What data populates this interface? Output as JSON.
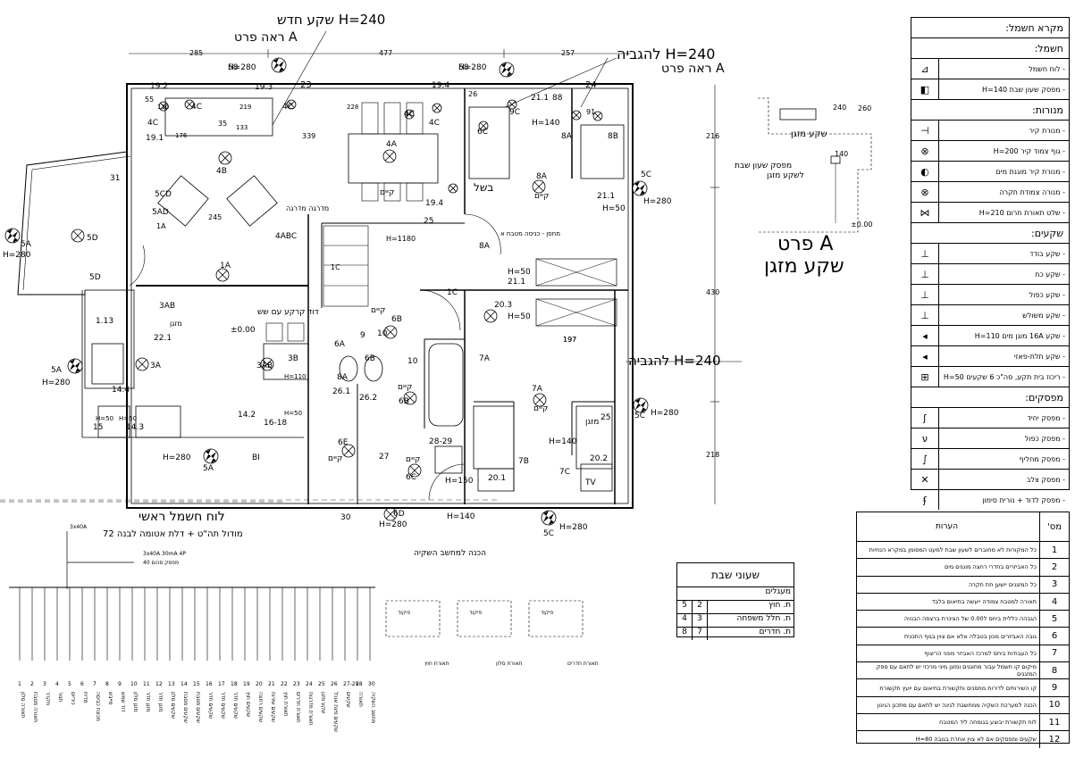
{
  "plan": {
    "callout_new_outlet": "שקע חדש H=240",
    "callout_detail_a_top": "ראה פרט A",
    "callout_right_height": "להגביה H=240",
    "callout_detail_a_right": "ראה פרט A",
    "callout_mid_height": "להגביה H=240",
    "detail_title_1": "פרט A",
    "detail_title_2": "שקע מזגן",
    "detail_ac_label": "שקע מזגן",
    "detail_switch_label": "מפסק שעון שבת",
    "detail_switch_label2": "לשקע מזגן",
    "detail_h240": "240",
    "detail_h260": "260",
    "detail_h140": "140",
    "detail_zero": "±0.00",
    "dims": [
      "285",
      "477",
      "257",
      "216",
      "430",
      "218",
      "197",
      "245"
    ],
    "labels": [
      {
        "t": "H=280",
        "k": "a"
      },
      {
        "t": "58",
        "k": "a"
      },
      {
        "t": "H=280",
        "k": "b"
      },
      {
        "t": "58",
        "k": "b"
      },
      {
        "t": "19.2",
        "k": "c"
      },
      {
        "t": "55",
        "k": "d"
      },
      {
        "t": "110",
        "k": "e"
      },
      {
        "t": "4C",
        "k": "f"
      },
      {
        "t": "4C",
        "k": "g"
      },
      {
        "t": "19.3",
        "k": "h"
      },
      {
        "t": "23",
        "k": "i"
      },
      {
        "t": "4C",
        "k": "j"
      },
      {
        "t": "219",
        "k": "k"
      },
      {
        "t": "35",
        "k": "l"
      },
      {
        "t": "133",
        "k": "m"
      },
      {
        "t": "176",
        "k": "n"
      },
      {
        "t": "339",
        "k": "o"
      },
      {
        "t": "19.1",
        "k": "p"
      },
      {
        "t": "4B",
        "k": "q"
      },
      {
        "t": "4A",
        "k": "r"
      },
      {
        "t": "228",
        "k": "s"
      },
      {
        "t": "4C",
        "k": "t"
      },
      {
        "t": "19.4",
        "k": "u"
      },
      {
        "t": "26",
        "k": "v"
      },
      {
        "t": "4C",
        "k": "w"
      },
      {
        "t": "6C",
        "k": "x"
      },
      {
        "t": "9C",
        "k": "y"
      },
      {
        "t": "21.1",
        "k": "z"
      },
      {
        "t": "88",
        "k": "aa"
      },
      {
        "t": "24",
        "k": "ab"
      },
      {
        "t": "H=140",
        "k": "ac"
      },
      {
        "t": "8A",
        "k": "ad"
      },
      {
        "t": "91",
        "k": "ae"
      },
      {
        "t": "8B",
        "k": "af"
      },
      {
        "t": "31",
        "k": "ag"
      },
      {
        "t": "5CD",
        "k": "ah"
      },
      {
        "t": "5AD",
        "k": "ai"
      },
      {
        "t": "1A",
        "k": "aj"
      },
      {
        "t": "5D",
        "k": "ak"
      },
      {
        "t": "5A",
        "k": "al"
      },
      {
        "t": "H=280",
        "k": "am"
      },
      {
        "t": "5D",
        "k": "an"
      },
      {
        "t": "1A",
        "k": "ao"
      },
      {
        "t": "4ABC",
        "k": "ap"
      },
      {
        "t": "מדרגה מדרגה",
        "k": "aq"
      },
      {
        "t": "קיים",
        "k": "ar"
      },
      {
        "t": "19.4",
        "k": "as"
      },
      {
        "t": "25",
        "k": "at"
      },
      {
        "t": "H=1180",
        "k": "au"
      },
      {
        "t": "מחסן - כניסה מטבח א",
        "k": "av"
      },
      {
        "t": "8A",
        "k": "aw"
      },
      {
        "t": "בשל",
        "k": "ax"
      },
      {
        "t": "8A",
        "k": "ay"
      },
      {
        "t": "קיים",
        "k": "az"
      },
      {
        "t": "5C",
        "k": "ba"
      },
      {
        "t": "H=280",
        "k": "bb"
      },
      {
        "t": "21.1",
        "k": "bc"
      },
      {
        "t": "H=50",
        "k": "bd"
      },
      {
        "t": "1C",
        "k": "be"
      },
      {
        "t": "H=50",
        "k": "bf"
      },
      {
        "t": "21.1",
        "k": "bg"
      },
      {
        "t": "1C",
        "k": "bh"
      },
      {
        "t": "20.3",
        "k": "bi"
      },
      {
        "t": "H=50",
        "k": "bj"
      },
      {
        "t": "3AB",
        "k": "bk"
      },
      {
        "t": "1.13",
        "k": "bl"
      },
      {
        "t": "מזגן",
        "k": "bm"
      },
      {
        "t": "22.1",
        "k": "bn"
      },
      {
        "t": "±0.00",
        "k": "bo"
      },
      {
        "t": "דוד קרקע עם שש",
        "k": "bp"
      },
      {
        "t": "קיים",
        "k": "bq"
      },
      {
        "t": "6B",
        "k": "br"
      },
      {
        "t": "9",
        "k": "bs"
      },
      {
        "t": "10",
        "k": "bt"
      },
      {
        "t": "6A",
        "k": "bu"
      },
      {
        "t": "10",
        "k": "bv"
      },
      {
        "t": "7A",
        "k": "bw"
      },
      {
        "t": "197",
        "k": "bx"
      },
      {
        "t": "3A",
        "k": "by"
      },
      {
        "t": "3AB",
        "k": "bz"
      },
      {
        "t": "3B",
        "k": "ca"
      },
      {
        "t": "H=110",
        "k": "cb"
      },
      {
        "t": "6B",
        "k": "cc"
      },
      {
        "t": "8A",
        "k": "cd"
      },
      {
        "t": "5A",
        "k": "ce"
      },
      {
        "t": "H=280",
        "k": "cf"
      },
      {
        "t": "14.4",
        "k": "cg"
      },
      {
        "t": "26.1",
        "k": "ch"
      },
      {
        "t": "26.2",
        "k": "ci"
      },
      {
        "t": "קיים",
        "k": "cj"
      },
      {
        "t": "6B",
        "k": "ck"
      },
      {
        "t": "7A",
        "k": "cl"
      },
      {
        "t": "קיים",
        "k": "cm"
      },
      {
        "t": "5C",
        "k": "cn"
      },
      {
        "t": "H=280",
        "k": "co"
      },
      {
        "t": "H=50",
        "k": "cp"
      },
      {
        "t": "H=50",
        "k": "cq"
      },
      {
        "t": "15",
        "k": "cr"
      },
      {
        "t": "14.3",
        "k": "cs"
      },
      {
        "t": "14.2",
        "k": "ct"
      },
      {
        "t": "16-18",
        "k": "cu"
      },
      {
        "t": "H=50",
        "k": "cv"
      },
      {
        "t": "מזגן",
        "k": "cw"
      },
      {
        "t": "25",
        "k": "cx"
      },
      {
        "t": "H=140",
        "k": "cy"
      },
      {
        "t": "6E",
        "k": "cz"
      },
      {
        "t": "קיים",
        "k": "da"
      },
      {
        "t": "28-29",
        "k": "db"
      },
      {
        "t": "7B",
        "k": "dc"
      },
      {
        "t": "20.2",
        "k": "dd"
      },
      {
        "t": "H=280",
        "k": "de"
      },
      {
        "t": "5A",
        "k": "df"
      },
      {
        "t": "BI",
        "k": "dg"
      },
      {
        "t": "27",
        "k": "dh"
      },
      {
        "t": "קיים",
        "k": "di"
      },
      {
        "t": "6C",
        "k": "dj"
      },
      {
        "t": "H=150",
        "k": "dk"
      },
      {
        "t": "20.1",
        "k": "dl"
      },
      {
        "t": "7C",
        "k": "dm"
      },
      {
        "t": "TV",
        "k": "dn"
      },
      {
        "t": "30",
        "k": "do"
      },
      {
        "t": "6D",
        "k": "dp"
      },
      {
        "t": "H=280",
        "k": "dq"
      },
      {
        "t": "H=140",
        "k": "dr"
      },
      {
        "t": "H=280",
        "k": "ds"
      },
      {
        "t": "5C",
        "k": "dt"
      },
      {
        "t": "הכנה למחשב השקיה",
        "k": "du"
      }
    ]
  },
  "panel": {
    "title": "לוח חשמל ראשי",
    "subtitle": "72 מודול תה\"ט + דלת אטומה לבנה",
    "main_breaker": "3x40A",
    "rcd": "3x40A 30mA 4P",
    "mcb_note": "מפסק סכום 40",
    "circuit_nums": [
      "1",
      "2",
      "3",
      "4",
      "5",
      "6",
      "7",
      "8",
      "9",
      "10",
      "11",
      "12",
      "13",
      "14",
      "15",
      "16",
      "17",
      "18",
      "19",
      "20",
      "21",
      "22",
      "23",
      "24",
      "25",
      "26",
      "27-29",
      "28",
      "30"
    ],
    "circuit_names": [
      "תאורה סלון",
      "תאורה מטבח",
      "מקרר",
      "תנור",
      "כיריים",
      "מדיח",
      "מכונת כביסה",
      "מייבש",
      "דוד שמש",
      "מזגן סלון",
      "מזגן חדר",
      "מזגן חדר",
      "שקעים סלון",
      "שקעים מטבח",
      "שקעים מטבח",
      "שקעים חדר",
      "שקעים חדר",
      "שקעים חדר",
      "שקעים חוץ",
      "שקעים רחצה",
      "שקעים שירות",
      "תאורת חוץ",
      "תאורת חדרים",
      "תאורת מדרגות",
      "שקע מזגן",
      "שקעים פינת אוכל",
      "שקעים",
      "תאורה",
      "מחשב השקיה"
    ],
    "clock_labels": [
      "תאורת חוץ",
      "תאורת סלון",
      "תאורת חדרים"
    ],
    "clock_tag": "פיקוד"
  },
  "shabbat": {
    "title": "שעוני שבת",
    "header": "מעגלים",
    "rows": [
      {
        "name": "ת. חוץ",
        "a": "2",
        "b": "5"
      },
      {
        "name": "ת. חלל משפחה",
        "a": "3",
        "b": "4"
      },
      {
        "name": "ת. חדרים",
        "a": "7",
        "b": "8"
      }
    ]
  },
  "legend": {
    "title": "מקרא חשמל:",
    "sections": [
      {
        "header": "חשמל:",
        "items": [
          {
            "text": "- לוח חשמל",
            "sym": "⊿"
          },
          {
            "text": "- מפסק שעון שבת H=140",
            "sym": "◧"
          }
        ]
      },
      {
        "header": "מנורות:",
        "items": [
          {
            "text": "- מנורת קיר",
            "sym": "⊢"
          },
          {
            "text": "- גוף צמוד קיר H=200",
            "sym": "⊗"
          },
          {
            "text": "- מנורת קיר מוגנת מים",
            "sym": "◐"
          },
          {
            "text": "- מנורה צמודת תקרה",
            "sym": "⊗"
          },
          {
            "text": "- שלט תאורת חרום H=210",
            "sym": "⋈"
          }
        ]
      },
      {
        "header": "שקעים:",
        "items": [
          {
            "text": "- שקע בודד",
            "sym": "⊥"
          },
          {
            "text": "- שקע כח",
            "sym": "⊥"
          },
          {
            "text": "- שקע כפול",
            "sym": "⊥"
          },
          {
            "text": "- שקע משולש",
            "sym": "⊥"
          },
          {
            "text": "- שקע 16A מוגן מים H=110",
            "sym": "◂"
          },
          {
            "text": "- שקע תלת-פאזי",
            "sym": "◂"
          },
          {
            "text": "- ריכוז בית תקע, סה\"כ 6 שקעים H=50",
            "sym": "⊞"
          }
        ]
      },
      {
        "header": "מפסקים:",
        "items": [
          {
            "text": "- מפסק יחיד",
            "sym": "ʃ"
          },
          {
            "text": "- מפסק כפול",
            "sym": "ν"
          },
          {
            "text": "- מפסק מחליף",
            "sym": "∫"
          },
          {
            "text": "- מפסק צלב",
            "sym": "✕"
          },
          {
            "text": "- מפסק לדוד + נורית סימון",
            "sym": "ʄ"
          }
        ]
      }
    ]
  },
  "notes": {
    "col_num": "מס'",
    "col_text": "הערות",
    "items": [
      {
        "n": "1",
        "t": "כל המקורות לא מחוברים לשעון שבת למעט המסומן במקרא הנחיות"
      },
      {
        "n": "2",
        "t": "כל האביזרים בחדרי רחצה מוגנים מים"
      },
      {
        "n": "3",
        "t": "כל המזגנים יישען תת תקרה"
      },
      {
        "n": "4",
        "t": "תאורה למטבח צמודה ייעשה בתיאום בלבד"
      },
      {
        "n": "5",
        "t": "הגבהה כללית ביחס ל0.00 של הצינרת ברצפה הבנויה"
      },
      {
        "n": "6",
        "t": "גובה האביזרים מכון בטבלה אלא אם צוין בגוף התכנית"
      },
      {
        "n": "7",
        "t": "כל העבודות ביחס למרכז האביזר מפני הריצוף"
      },
      {
        "n": "8",
        "t": "מיקום קו חשמל עבור מחוננים ומזגן מיני מרכזי יש לתאם עם ספק המזגנים"
      },
      {
        "n": "9",
        "t": "קו השירותים לדירות מחסנים ותקשורת בתיאום עם יועץ תקשורת"
      },
      {
        "n": "10",
        "t": "הכנה למערכת השקיה ממחשבת לגינה יש לתאם עם מתכנן הגינון"
      },
      {
        "n": "11",
        "t": "לוח תקשורת יבוצע בגומחה ליד המטבח"
      },
      {
        "n": "12",
        "t": "שקעים ומפסקים אם לא צוין אחרת בגובה H=80"
      }
    ]
  }
}
